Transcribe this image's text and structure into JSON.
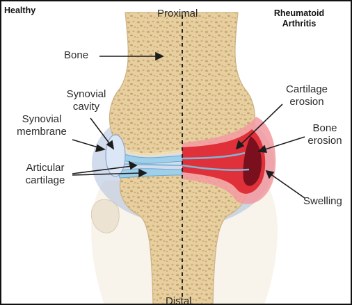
{
  "headers": {
    "left": "Healthy",
    "right_line1": "Rheumatoid",
    "right_line2": "Arthritis"
  },
  "axis": {
    "top": "Proximal",
    "bottom": "Distal"
  },
  "labels": {
    "bone": "Bone",
    "synovial_cavity_line1": "Synovial",
    "synovial_cavity_line2": "cavity",
    "synovial_membrane_line1": "Synovial",
    "synovial_membrane_line2": "membrane",
    "articular_cartilage_line1": "Articular",
    "articular_cartilage_line2": "cartilage",
    "cartilage_erosion_line1": "Cartilage",
    "cartilage_erosion_line2": "erosion",
    "bone_erosion_line1": "Bone",
    "bone_erosion_line2": "erosion",
    "swelling": "Swelling"
  },
  "colors": {
    "bone_fill": "#e7cf9f",
    "bone_dots": "#c9a872",
    "synovial_membrane": "#aebfdc",
    "cartilage_blue": "#7fb6d8",
    "inflamed_red": "#e0303a",
    "inflamed_pink": "#f39aa0",
    "erosion_dark": "#7a0f1e"
  }
}
